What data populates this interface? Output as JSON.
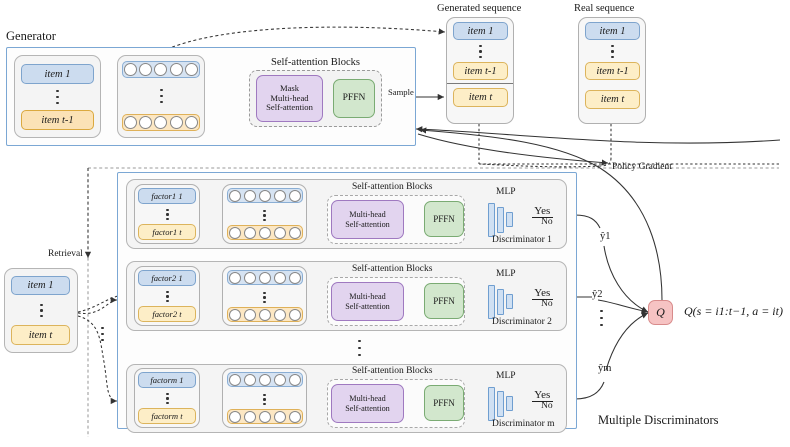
{
  "figure": {
    "generator_label": "Generator",
    "generated_sequence_label": "Generated sequence",
    "real_sequence_label": "Real sequence",
    "sample_label": "Sample",
    "retrieval_label": "Retrieval",
    "policy_gradient_label": "Policy Gradient",
    "multiple_discriminators_label": "Multiple Discriminators",
    "self_attention_blocks_label": "Self-attention Blocks",
    "mlp_label": "MLP",
    "pffn_label": "PFFN",
    "q_label": "Q",
    "q_formula": "Q(s = i1:t−1, a = it)",
    "yes_label": "Yes",
    "no_label": "No",
    "dots": "⋮"
  },
  "generator": {
    "input_items": [
      "item 1",
      "item t-1"
    ],
    "attention_block": "Mask Multi-head Self-attention",
    "attention_lines": [
      "Mask",
      "Multi-head",
      "Self-attention"
    ],
    "pffn": "PFFN"
  },
  "generated_sequence": {
    "items": [
      "item 1",
      "item t-1",
      "item t"
    ]
  },
  "real_sequence": {
    "items": [
      "item 1",
      "item t-1",
      "item t"
    ]
  },
  "retrieval_source": {
    "items": [
      "item 1",
      "item t"
    ]
  },
  "discriminators": [
    {
      "name": "Discriminator 1",
      "factor_first": "factor1 1",
      "factor_last": "factor1 t",
      "factor_sub": "1",
      "attention_lines": [
        "Multi-head",
        "Self-attention"
      ],
      "pffn": "PFFN",
      "mlp": "MLP",
      "output_yes": "Yes",
      "output_no": "No",
      "score": "ŷ1"
    },
    {
      "name": "Discriminator 2",
      "factor_first": "factor2 1",
      "factor_last": "factor2 t",
      "factor_sub": "2",
      "attention_lines": [
        "Multi-head",
        "Self-attention"
      ],
      "pffn": "PFFN",
      "mlp": "MLP",
      "output_yes": "Yes",
      "output_no": "No",
      "score": "ŷ2"
    },
    {
      "name": "Discriminator m",
      "factor_first": "factorm 1",
      "factor_last": "factorm t",
      "factor_sub": "m",
      "attention_lines": [
        "Multi-head",
        "Self-attention"
      ],
      "pffn": "PFFN",
      "mlp": "MLP",
      "output_yes": "Yes",
      "output_no": "No",
      "score": "ŷm"
    }
  ],
  "colors": {
    "container_border": "#7ba7d4",
    "item_blue": "#ccdcef",
    "item_orange": "#fbe2b6",
    "attention_purple": "#e2d4ef",
    "pffn_green": "#d2e7cd",
    "q_pink": "#f6c3c3",
    "mlp_blue": "#cfe0f3"
  }
}
